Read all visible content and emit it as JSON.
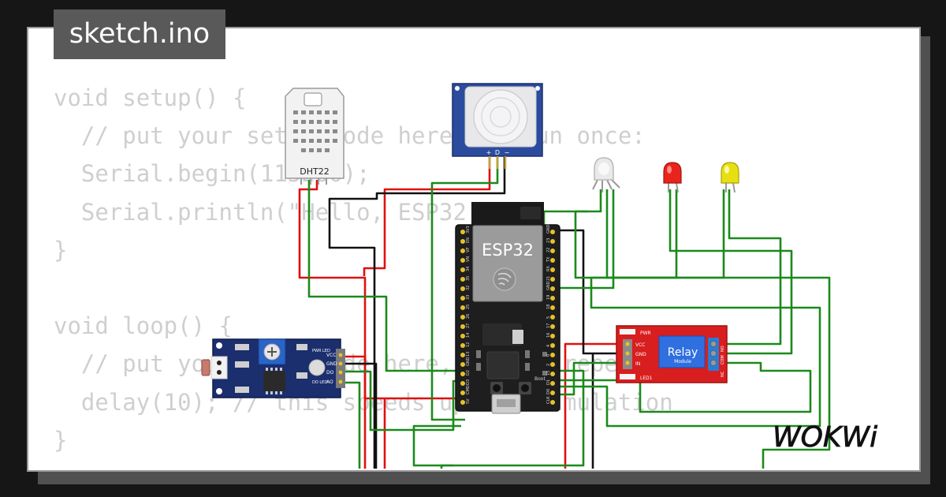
{
  "tab": {
    "label": "sketch.ino"
  },
  "code": {
    "lines": [
      "void setup() {",
      "  // put your setup code here, to run once:",
      "  Serial.begin(115200);",
      "  Serial.println(\"Hello, ESP32!\");",
      "}",
      "",
      "void loop() {",
      "  // put your main code here, to run repeatedly:",
      "  delay(10); // this speeds up the simulation",
      "}"
    ]
  },
  "components": {
    "dht": {
      "label": "DHT22"
    },
    "pir": {
      "pins": [
        "+",
        "D",
        "−"
      ]
    },
    "esp32": {
      "label": "ESP32",
      "boot_label": "Boot",
      "left_pins": [
        "3V3",
        "EN",
        "VP",
        "VN",
        "34",
        "35",
        "32",
        "33",
        "25",
        "26",
        "27",
        "14",
        "12",
        "13",
        "GND",
        "D2",
        "D3",
        "CMD",
        "5V"
      ],
      "right_pins": [
        "GND",
        "23",
        "22",
        "TX",
        "RX",
        "21",
        "GND",
        "19",
        "18",
        "5",
        "17",
        "16",
        "4",
        "0",
        "2",
        "15",
        "D1",
        "D0",
        "CLK"
      ]
    },
    "relay": {
      "title": "Relay",
      "subtitle": "Module",
      "pins": [
        "VCC",
        "GND",
        "IN"
      ],
      "pwr_label": "PWR",
      "led_label": "LED1",
      "out_pins": [
        "NC",
        "COM",
        "NO"
      ]
    },
    "ldr": {
      "pins": [
        "VCC",
        "GND",
        "DO",
        "AO"
      ],
      "pwr_led_label": "PWR LED",
      "do_led_label": "DO LED"
    }
  },
  "brand": {
    "logo": "WOKWi"
  },
  "colors": {
    "wire_green": "#1b8a1b",
    "wire_red": "#e01010",
    "wire_black": "#111111",
    "board": "#1e1e1e",
    "relay": "#d81e1e",
    "ldr_board": "#1b2e6e",
    "pir": "#2b4c9e"
  }
}
